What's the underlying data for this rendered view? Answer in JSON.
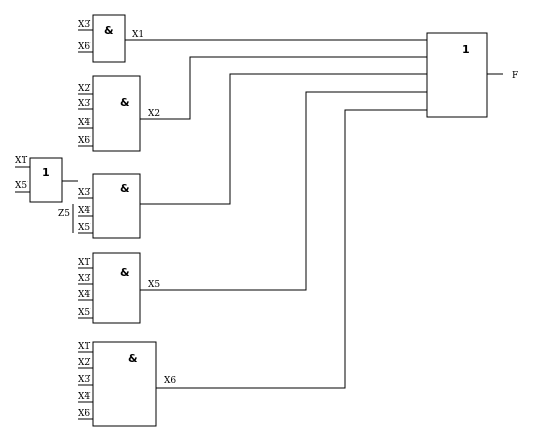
{
  "gates": {
    "g1": {
      "symbol": "&",
      "inputs": [
        "X3",
        "X6"
      ],
      "output": "X1"
    },
    "g2": {
      "symbol": "&",
      "inputs": [
        "X2",
        "X3",
        "X4",
        "X6"
      ],
      "output": "X2"
    },
    "or_small": {
      "symbol": "1",
      "inputs": [
        "X1",
        "X5"
      ]
    },
    "g3": {
      "symbol": "&",
      "inputs": [
        "X3",
        "X4",
        "X5"
      ],
      "side_label": "Z5"
    },
    "g4": {
      "symbol": "&",
      "inputs": [
        "X1",
        "X3",
        "X4",
        "X5"
      ],
      "output": "X5"
    },
    "g5": {
      "symbol": "&",
      "inputs": [
        "X1",
        "X2",
        "X3",
        "X4",
        "X6"
      ],
      "output": "X6"
    },
    "or_main": {
      "symbol": "1",
      "output": "F"
    }
  }
}
